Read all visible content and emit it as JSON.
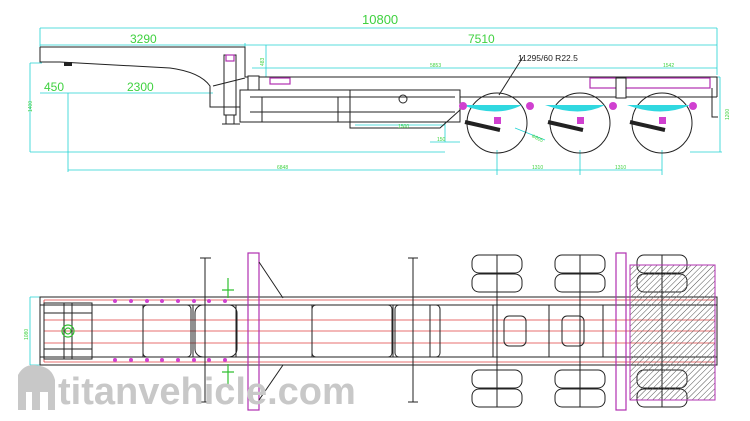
{
  "side_view": {
    "overall_length": "10800",
    "gooseneck_length": "3290",
    "deck_length": "7510",
    "front_overhang": "450",
    "kingpin_to_neck": "2300",
    "neck_height": "1400",
    "step_height": "483",
    "kingpin_to_first_axle": "6848",
    "main_deck_length": "5853",
    "rear_section": "1542",
    "center_box": "1500",
    "frame_drop": "150",
    "wheel_diameter": "Φ805",
    "axle_spacing_1": "1310",
    "axle_spacing_2": "1310",
    "rear_height": "1200",
    "tire_spec": "11295/60 R22.5"
  },
  "top_view": {
    "frame_width": "1080"
  },
  "watermark": "titanvehicle.com",
  "colors": {
    "dimension_text": "#3fd13f",
    "dimension_line": "#22d3d3",
    "structure": "#222222",
    "crossmember": "#b030b0",
    "centerline": "#e04040"
  }
}
